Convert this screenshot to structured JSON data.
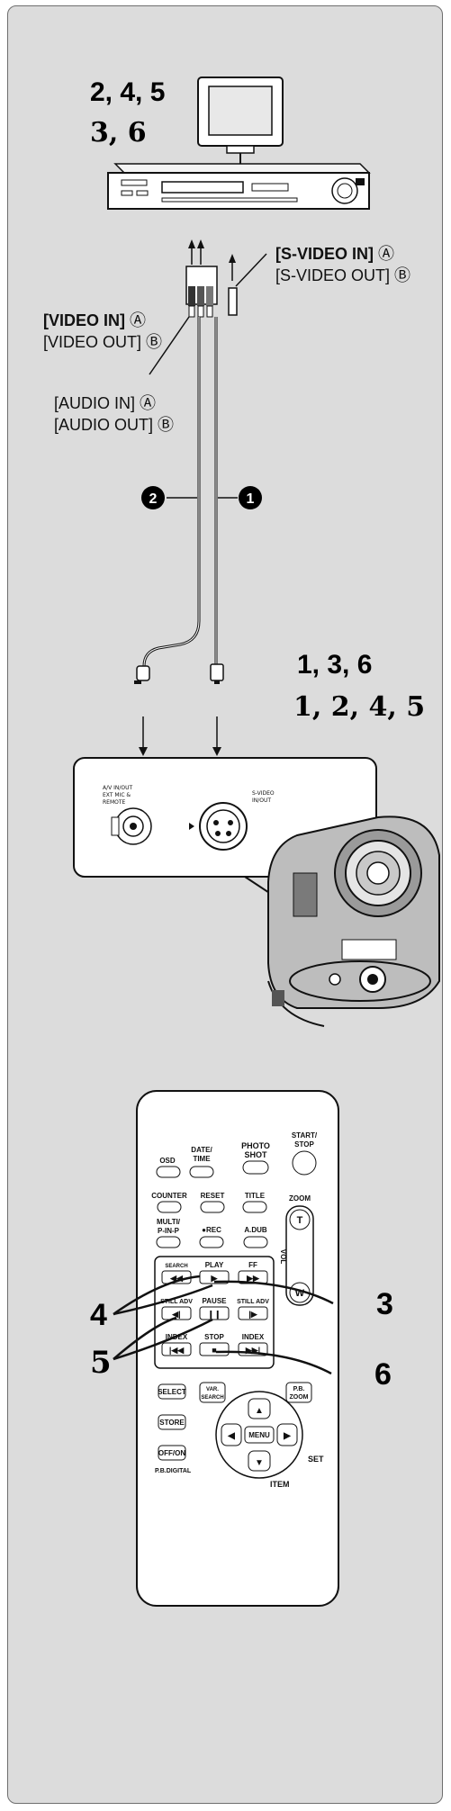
{
  "diagram_top": {
    "steps_sans": "2, 4, 5",
    "steps_serif": "3, 6",
    "labels": {
      "svideo_in": "[S-VIDEO IN]",
      "svideo_out": "[S-VIDEO OUT]",
      "video_in": "[VIDEO IN]",
      "video_out": "[VIDEO OUT]",
      "audio_in": "[AUDIO IN]",
      "audio_out": "[AUDIO OUT]",
      "mark_a": "Ⓐ",
      "mark_b": "Ⓑ"
    },
    "cable_marks": {
      "cable_1": "1",
      "cable_2": "2"
    }
  },
  "diagram_camera": {
    "steps_sans": "1, 3, 6",
    "steps_serif": "1, 2, 4, 5",
    "jack_labels": {
      "av": "A/V IN/OUT",
      "av_sub1": "EXT MIC &",
      "av_sub2": "REMOTE",
      "svideo": "S-VIDEO",
      "svideo_sub": "IN/OUT"
    }
  },
  "remote": {
    "buttons": {
      "osd": "OSD",
      "date_time_1": "DATE/",
      "date_time_2": "TIME",
      "photo_shot_1": "PHOTO",
      "photo_shot_2": "SHOT",
      "start_stop_1": "START/",
      "start_stop_2": "STOP",
      "counter": "COUNTER",
      "reset": "RESET",
      "title": "TITLE",
      "zoom": "ZOOM",
      "zoom_t": "T",
      "zoom_w": "W",
      "multi_1": "MULTI/",
      "multi_2": "P-IN-P",
      "rec": "●REC",
      "adub": "A.DUB",
      "vol": "VOL",
      "search_l": "SEARCH",
      "play": "PLAY",
      "ff": "FF",
      "still_adv_l": "STILL ADV",
      "pause": "PAUSE",
      "still_adv_r": "STILL ADV",
      "index_l": "INDEX",
      "stop": "STOP",
      "index_r": "INDEX",
      "select": "SELECT",
      "var_search_1": "VAR.",
      "var_search_2": "SEARCH",
      "pb_zoom_1": "P.B.",
      "pb_zoom_2": "ZOOM",
      "store": "STORE",
      "menu": "MENU",
      "set": "SET",
      "off_on": "OFF/ON",
      "pb_digital": "P.B.DIGITAL",
      "item": "ITEM"
    },
    "callouts": {
      "c4": "4",
      "c3": "3",
      "c5": "5",
      "c6": "6"
    }
  }
}
